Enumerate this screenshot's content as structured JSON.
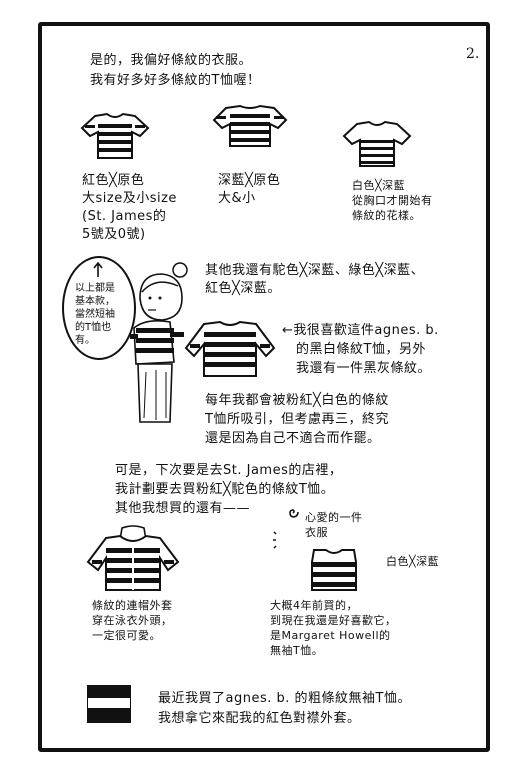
{
  "page_number": "2.",
  "intro": [
    "是的，我偏好條紋的衣服。",
    "我有好多好多條紋的T恤喔！"
  ],
  "shirts": [
    {
      "label": "紅色╳原色\n大size及小size\n(St. James的\n5號及0號)"
    },
    {
      "label": "深藍╳原色\n大&小"
    },
    {
      "label": "白色╳深藍\n從胸口才開始有\n條紋的花樣。"
    }
  ],
  "other_colors": [
    "其他我還有駝色╳深藍、綠色╳深藍、",
    "紅色╳深藍。"
  ],
  "bubble_text": "以上都是\n基本款，\n當然短袖\n的T恤也\n有。",
  "agnes_text": [
    "←我很喜歡這件agnes. b.",
    "的黑白條紋T恤，另外",
    "我還有一件黑灰條紋。"
  ],
  "pink_text": [
    "每年我都會被粉紅╳白色的條紋",
    "T恤所吸引，但考慮再三，終究",
    "還是因為自己不適合而作罷。"
  ],
  "next_text": [
    "可是，下次要是去St. James的店裡，",
    "我計劃要去買粉紅╳駝色的條紋T恤。",
    "其他我想買的還有——"
  ],
  "beloved_label": "心愛的一件\n衣服",
  "white_navy": "白色╳深藍",
  "hoodie_caption": "條紋的連帽外套\n穿在泳衣外頭，\n一定很可愛。",
  "sleeveless_caption": "大概4年前買的，\n到現在我還是好喜歡它，\n是Margaret Howell的\n無袖T恤。",
  "bottom_text": [
    "最近我買了agnes. b. 的粗條紋無袖T恤。",
    "我想拿它來配我的紅色對襟外套。"
  ]
}
